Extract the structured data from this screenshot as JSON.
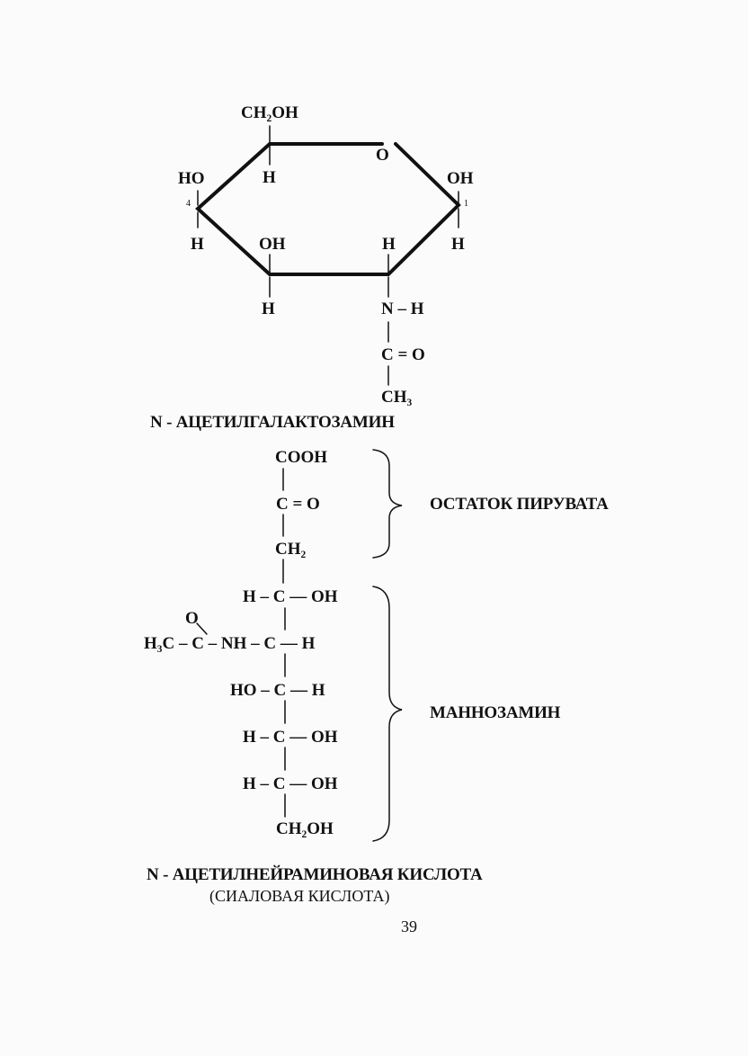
{
  "galactosamine": {
    "ring": {
      "c6": "CH₂OH",
      "c5_h": "H",
      "ring_o": "O",
      "c4_ho": "HO",
      "c4_h": "H",
      "c4_num": "4",
      "c1_oh": "OH",
      "c1_h": "H",
      "c1_num": "1",
      "c3_oh": "OH",
      "c2_h_top": "H",
      "c3_h": "H"
    },
    "amide": {
      "n_h": "N – H",
      "c_o": "C = O",
      "ch3": "CH₃"
    },
    "name": "N - АЦЕТИЛГАЛАКТОЗАМИН"
  },
  "sialic": {
    "pyruvate": {
      "cooh": "COOH",
      "c_o": "C = O",
      "ch2": "CH₂",
      "label": "ОСТАТОК ПИРУВАТА"
    },
    "mannosamine": {
      "row1": "H – C — OH",
      "acetyl_o": "O",
      "row2": "H₃C – C – NH – C — H",
      "row3": "HO – C — H",
      "row4": "H – C — OH",
      "row5": "H – C — OH",
      "ch2oh": "CH₂OH",
      "label": "МАННОЗАМИН"
    },
    "name": "N - АЦЕТИЛНЕЙРАМИНОВАЯ КИСЛОТА",
    "subname": "(СИАЛОВАЯ КИСЛОТА)"
  },
  "page_number": "39"
}
